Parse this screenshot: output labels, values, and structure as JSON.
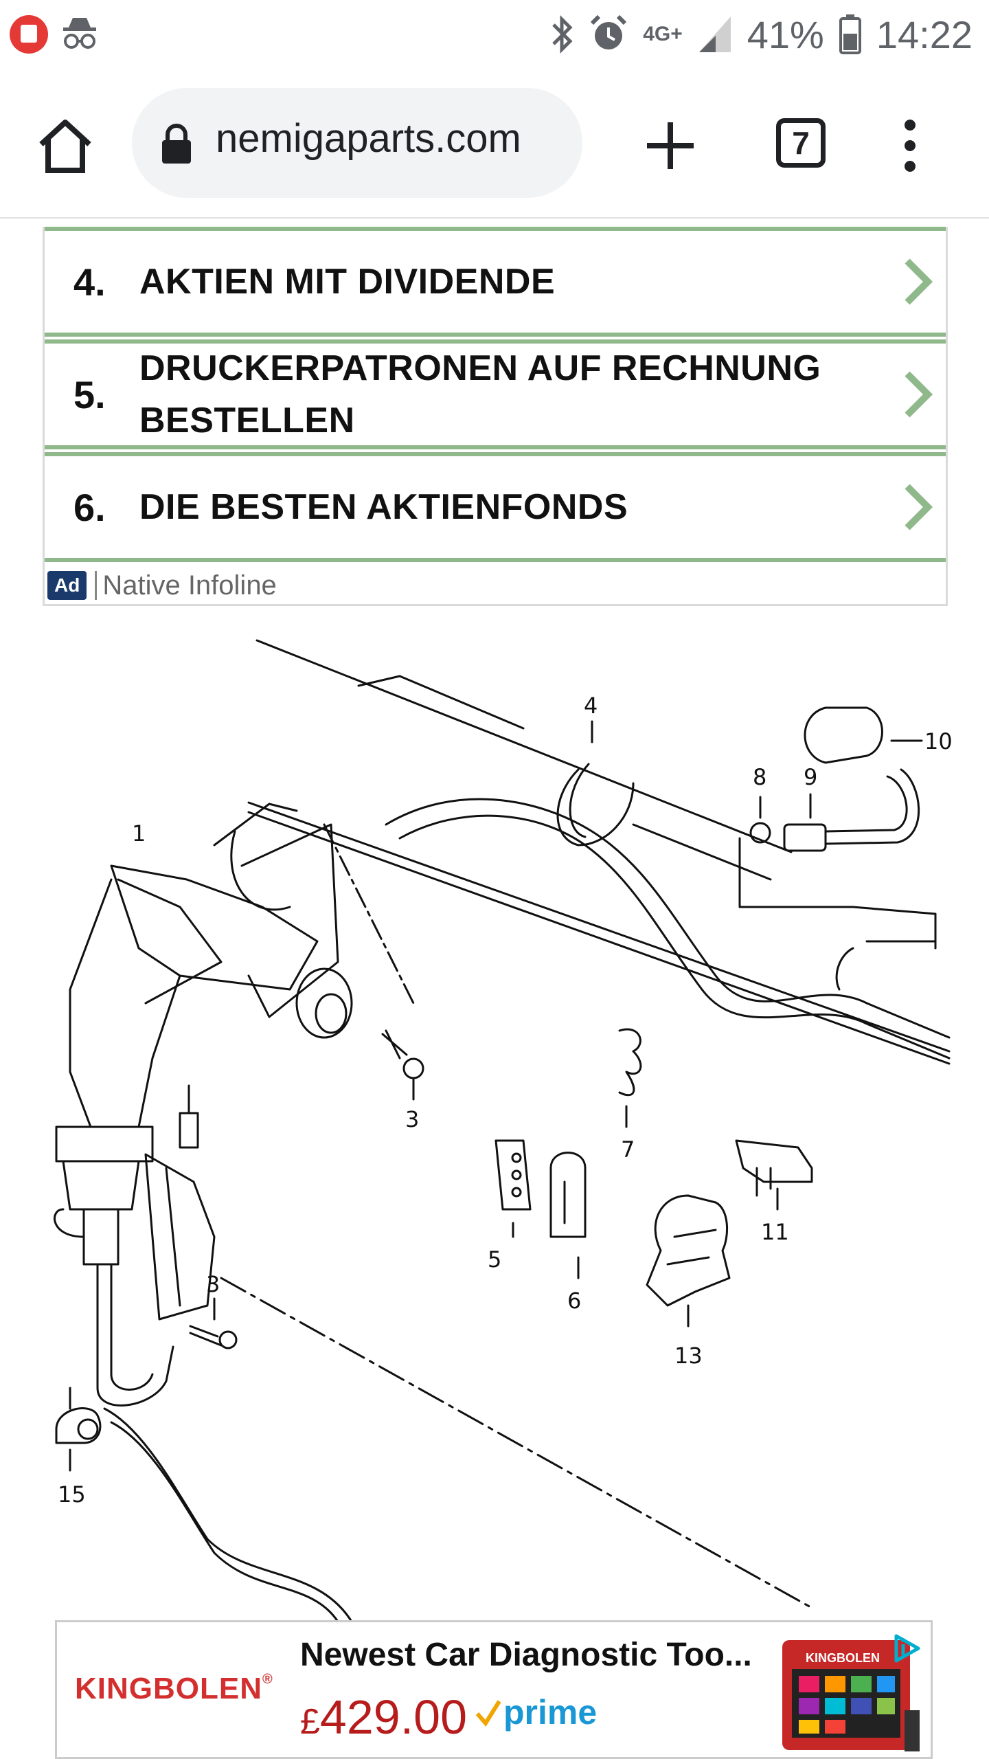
{
  "status_bar": {
    "network": "4G+",
    "battery": "41%",
    "time": "14:22"
  },
  "browser": {
    "url": "nemigaparts.com",
    "tab_count": "7"
  },
  "ad_list": {
    "items": [
      {
        "num": "4.",
        "label": "AKTIEN MIT DIVIDENDE"
      },
      {
        "num": "5.",
        "label": "DRUCKERPATRONEN AUF RECHNUNG BESTELLEN"
      },
      {
        "num": "6.",
        "label": "DIE BESTEN AKTIENFONDS"
      }
    ],
    "badge": "Ad",
    "source": "Native Infoline"
  },
  "diagram": {
    "callouts": [
      "1",
      "3",
      "3",
      "4",
      "5",
      "6",
      "7",
      "8",
      "9",
      "10",
      "11",
      "13",
      "15"
    ]
  },
  "banner": {
    "brand": "KINGBOLEN",
    "brand_mark": "®",
    "title": "Newest Car Diagnostic Too...",
    "currency": "£",
    "price": "429.00",
    "prime": "prime",
    "product_logo": "KINGBOLEN"
  },
  "icons": {
    "home": "home-icon",
    "lock": "lock-icon",
    "new_tab": "plus-icon",
    "menu": "more-vert-icon",
    "chevron": "chevron-right-icon",
    "adchoices": "adchoices-icon"
  },
  "colors": {
    "row_border": "#8fb88b",
    "chevron": "#8fb88b",
    "price": "#b71c1c",
    "brand": "#d32f2f",
    "prime": "#1a98d5"
  }
}
